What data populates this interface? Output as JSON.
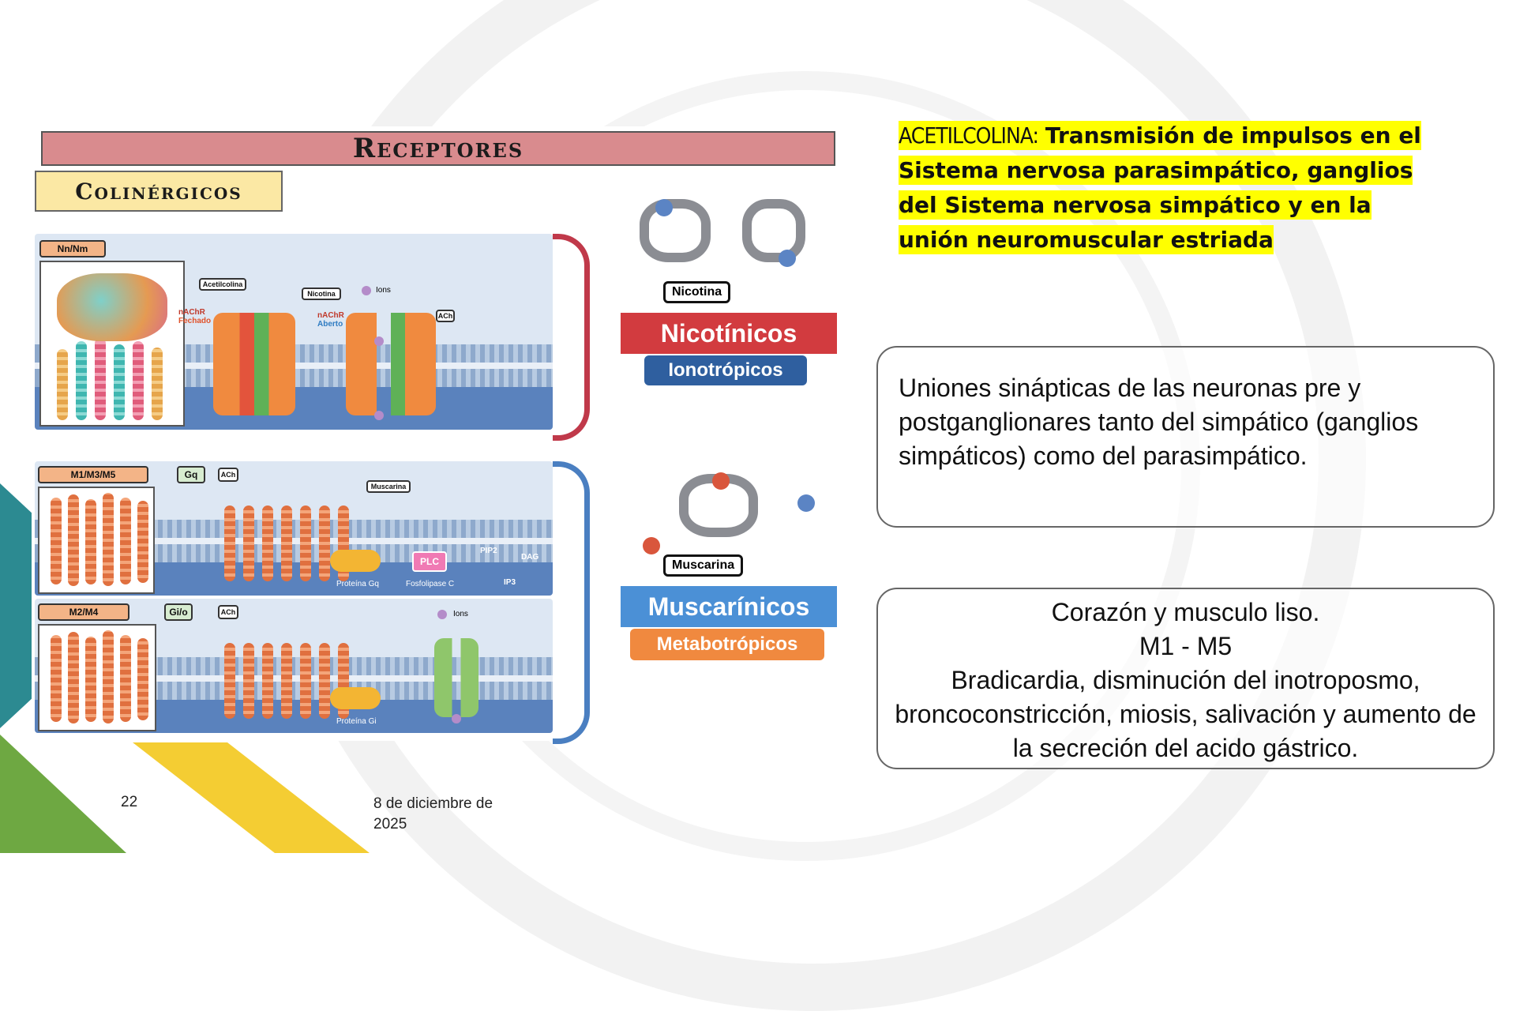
{
  "figure": {
    "title": "Receptores",
    "subtitle": "Colinérgicos",
    "nicotinic_panel": {
      "receptor_tag": "Nn/Nm",
      "acetylcholine_label": "Acetilcolina",
      "nicotine_label": "Nicotina",
      "closed_state": "nAChR",
      "closed_word": "Fechado",
      "open_state": "nAChR",
      "open_word": "Aberto",
      "ions_label": "Ions",
      "ach_tag": "ACh"
    },
    "muscarinic_panel_1": {
      "receptor_tag": "M1/M3/M5",
      "g_tag": "Gq",
      "ach_tag": "ACh",
      "muscarine_label": "Muscarina",
      "plc_label": "PLC",
      "pip2_label": "PIP2",
      "dag_label": "DAG",
      "ip3_label": "IP3",
      "protein_label": "Proteína Gq",
      "enzyme_label": "Fosfolipase C"
    },
    "muscarinic_panel_2": {
      "receptor_tag": "M2/M4",
      "g_tag": "Gi/o",
      "ach_tag": "ACh",
      "ions_label": "Ions",
      "protein_label": "Proteína Gi"
    },
    "nicotine_molecule_label": "Nicotina",
    "nicotinic_title": "Nicotínicos",
    "nicotinic_type": "Ionotrópicos",
    "muscarine_molecule_label": "Muscarina",
    "muscarinic_title": "Muscarínicos",
    "muscarinic_type": "Metabotrópicos",
    "colors": {
      "nicotinic": "#d23b3f",
      "ionotropic": "#2f5f9f",
      "muscarinic": "#4b90d6",
      "metabotropic": "#f0893f"
    }
  },
  "callout": {
    "term": "ACETILCOLINA:",
    "text": "Transmisión de impulsos en el Sistema nervosa parasimpático, ganglios del Sistema nervosa simpático y en la unión neuromuscular estriada"
  },
  "box1": {
    "text": "Uniones sinápticas de las neuronas pre y postganglionares tanto del simpático (ganglios simpáticos) como del parasimpático."
  },
  "box2": {
    "line1": "Corazón y musculo liso.",
    "line2": "M1 - M5",
    "line3": "Bradicardia, disminución del inotroposmo, broncoconstricción, miosis, salivación y aumento de la secreción del acido gástrico."
  },
  "footer": {
    "page_number": "22",
    "date": "8 de diciembre de 2025"
  }
}
